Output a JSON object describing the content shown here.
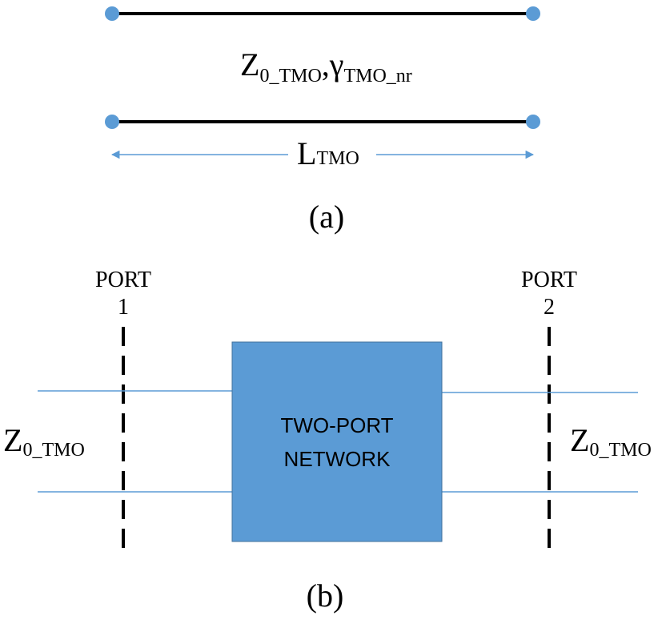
{
  "colors": {
    "line": "#000000",
    "dot": "#5b9bd5",
    "arrow": "#5b9bd5",
    "network_fill": "#5b9bd5",
    "network_border": "#41719c",
    "port_line": "#000000"
  },
  "part_a": {
    "line_params": {
      "main": "Z",
      "sub": "0_TMO",
      "sep": ",",
      "gamma": "γ",
      "gamma_sub": "TMO_nr"
    },
    "length": {
      "main": "L",
      "sub": "TMO"
    },
    "caption": "(a)"
  },
  "part_b": {
    "port1": {
      "line1": "PORT",
      "line2": "1"
    },
    "port2": {
      "line1": "PORT",
      "line2": "2"
    },
    "network": {
      "line1": "TWO-PORT",
      "line2": "NETWORK"
    },
    "left_impedance": {
      "main": "Z",
      "sub": "0_TMO"
    },
    "right_impedance": {
      "main": "Z",
      "sub": "0_TMO"
    },
    "caption": "(b)"
  }
}
